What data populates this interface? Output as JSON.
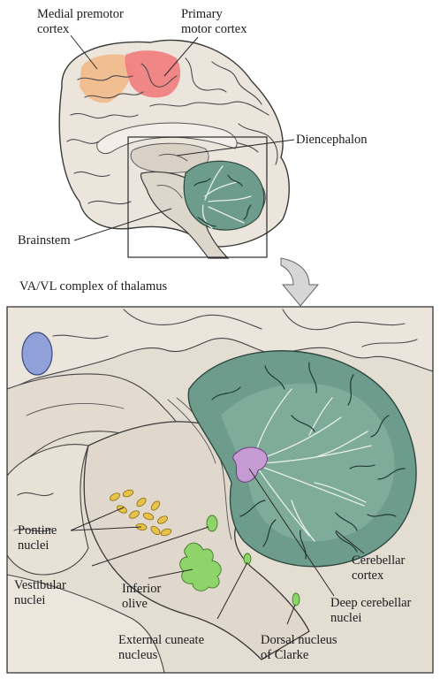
{
  "labels": {
    "medial_premotor": [
      "Medial premotor",
      "cortex"
    ],
    "primary_motor": [
      "Primary",
      "motor cortex"
    ],
    "diencephalon": "Diencephalon",
    "brainstem": "Brainstem",
    "va_vl": "VA/VL complex of thalamus",
    "pontine": [
      "Pontine",
      "nuclei"
    ],
    "vestibular": [
      "Vestibular",
      "nuclei"
    ],
    "inferior_olive": [
      "Inferior",
      "olive"
    ],
    "external_cuneate": [
      "External cuneate",
      "nucleus"
    ],
    "dorsal_clarke": [
      "Dorsal nucleus",
      "of Clarke"
    ],
    "deep_cerebellar": [
      "Deep cerebellar",
      "nuclei"
    ],
    "cerebellar_cortex": [
      "Cerebellar",
      "cortex"
    ]
  },
  "colors": {
    "brain_tissue": "#ebe5dc",
    "sulcus_shadow": "#bfb6ab",
    "medial_premotor": "#f2b98a",
    "primary_motor": "#f07e7e",
    "cerebellum": "#6e9c8c",
    "cerebellum_light": "#9fc3b4",
    "thalamus_va_vl": "#8fa1d8",
    "deep_nuclei": "#c69ad2",
    "pontine_nuclei": "#e8c34a",
    "brainstem_nuclei": "#8fd46a"
  }
}
